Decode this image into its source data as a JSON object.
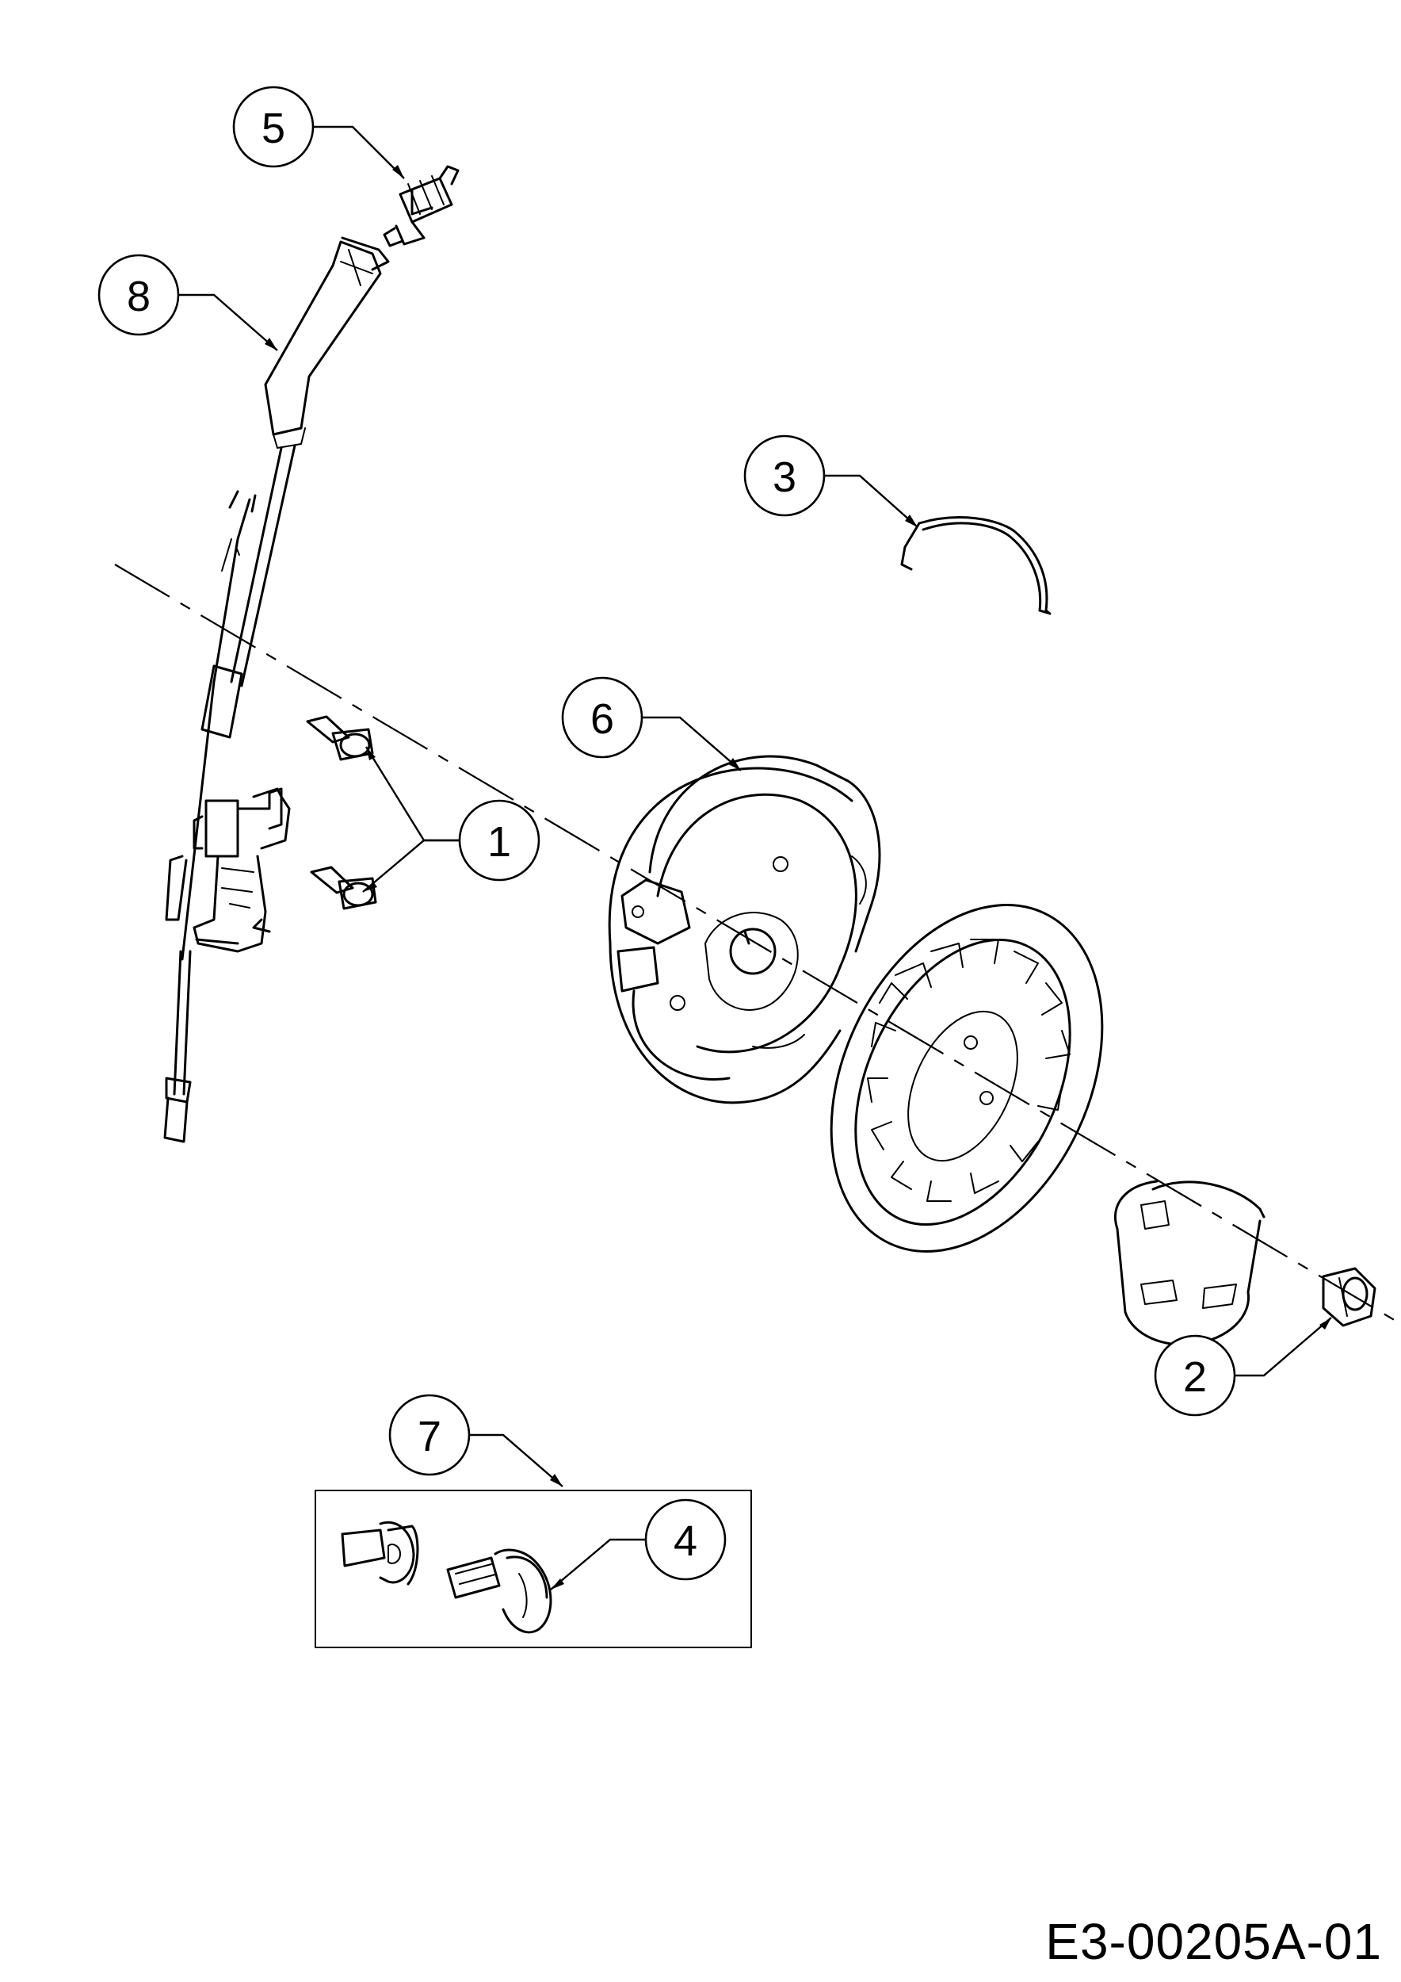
{
  "drawing": {
    "code": "E3-00205A-01"
  },
  "callouts": [
    {
      "id": "1",
      "label": "1"
    },
    {
      "id": "2",
      "label": "2"
    },
    {
      "id": "3",
      "label": "3"
    },
    {
      "id": "4",
      "label": "4"
    },
    {
      "id": "5",
      "label": "5"
    },
    {
      "id": "6",
      "label": "6"
    },
    {
      "id": "7",
      "label": "7"
    },
    {
      "id": "8",
      "label": "8"
    }
  ],
  "parts": [
    {
      "name": "ignition-module-with-wire"
    },
    {
      "name": "spark-plug"
    },
    {
      "name": "spark-plug-boot"
    },
    {
      "name": "mounting-bolts"
    },
    {
      "name": "flywheel-key-clip"
    },
    {
      "name": "flywheel"
    },
    {
      "name": "cooling-fan"
    },
    {
      "name": "starter-cup"
    },
    {
      "name": "flywheel-nut"
    },
    {
      "name": "stop-switch-kit"
    }
  ]
}
